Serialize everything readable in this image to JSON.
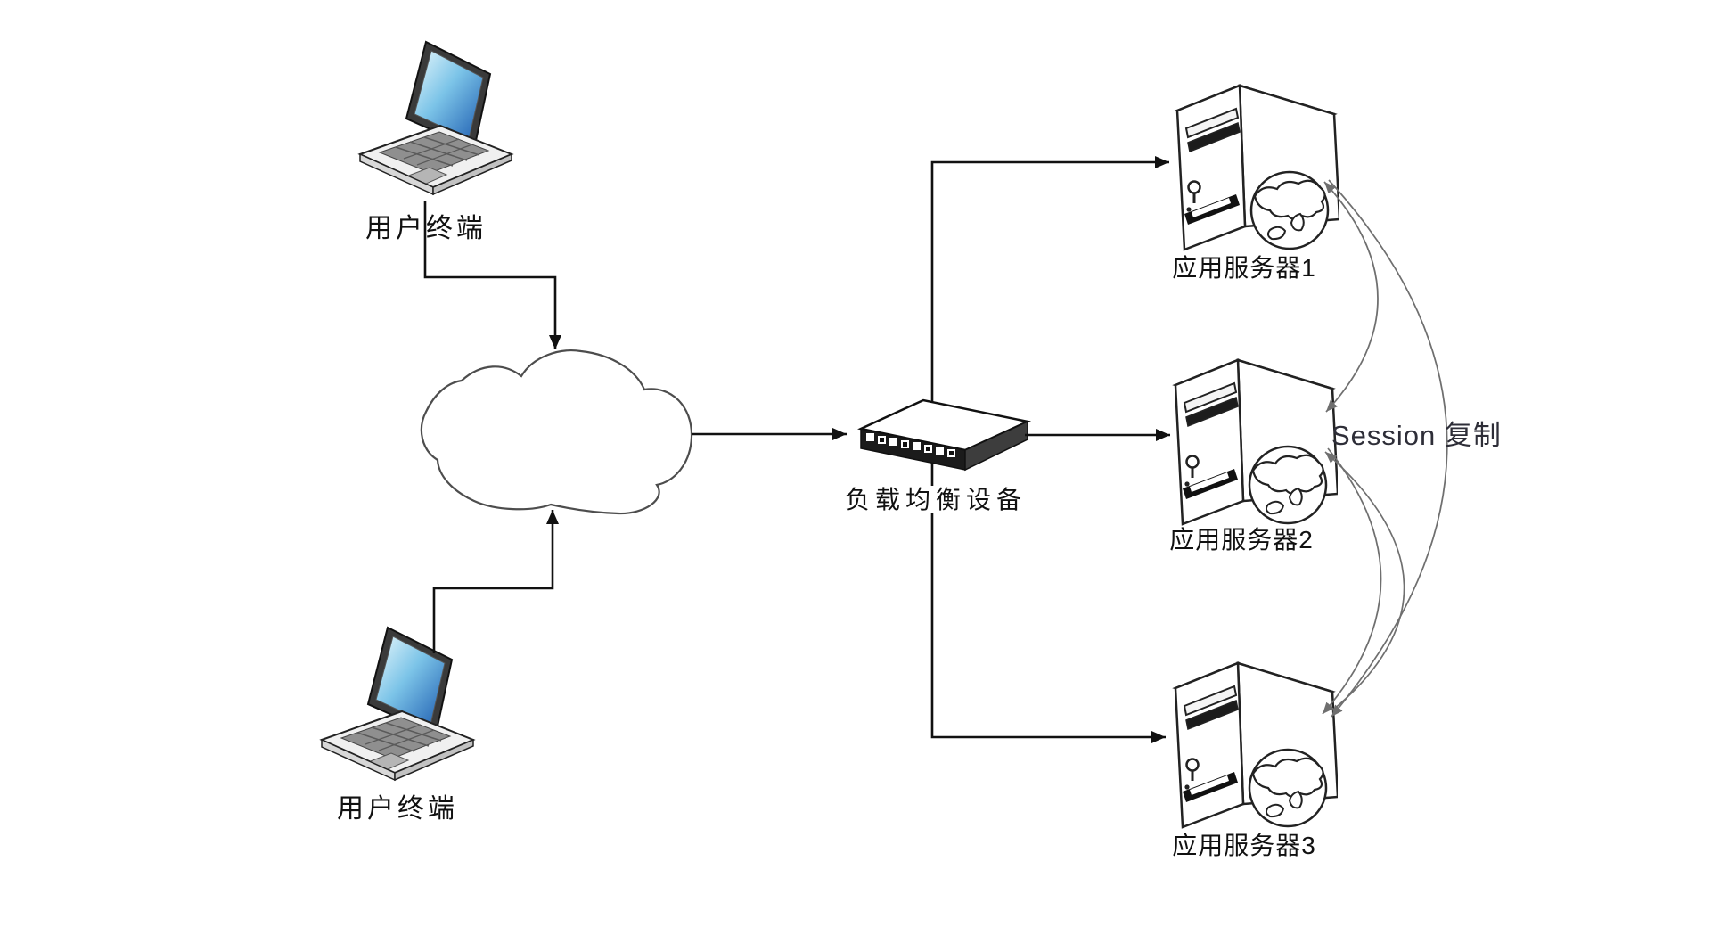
{
  "colors": {
    "background": "#ffffff",
    "connector_line": "#111111",
    "session_arc": "#6f6f6f",
    "laptop_screen_blue": "#1d5cb0",
    "device_outline": "#222222"
  },
  "nodes": {
    "client_top": {
      "label": "用户终端",
      "icon": "laptop"
    },
    "client_bottom": {
      "label": "用户终端",
      "icon": "laptop"
    },
    "cloud": {
      "label": "",
      "icon": "network-cloud"
    },
    "load_balancer": {
      "label": "负载均衡设备",
      "icon": "switch-device"
    },
    "server1": {
      "label": "应用服务器1",
      "icon": "server-tower-globe"
    },
    "server2": {
      "label": "应用服务器2",
      "icon": "server-tower-globe"
    },
    "server3": {
      "label": "应用服务器3",
      "icon": "server-tower-globe"
    }
  },
  "annotations": {
    "session_replication": "Session 复制"
  },
  "flows": {
    "client_top_to_cloud": "client_top -> cloud",
    "client_bottom_to_cloud": "client_bottom -> cloud",
    "cloud_to_load_balancer": "cloud -> load_balancer",
    "load_balancer_to_server1": "load_balancer -> server1",
    "load_balancer_to_server2": "load_balancer -> server2",
    "load_balancer_to_server3": "load_balancer -> server3",
    "session_replication_links": "server1 <-> server2 <-> server3"
  }
}
